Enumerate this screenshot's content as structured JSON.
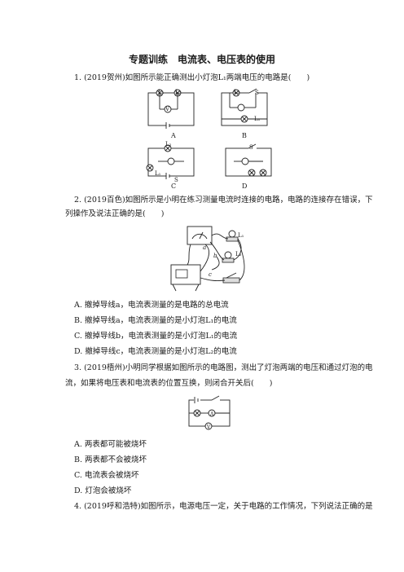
{
  "title": "专题训练　电流表、电压表的使用",
  "q1": {
    "stem": "1. (2019贺州)如图所示能正确测出小灯泡L₁两端电压的电路是(　　)",
    "options": [
      "A",
      "B",
      "C",
      "D"
    ],
    "labels": {
      "L1": "L₁",
      "L2": "L₂",
      "V": "V",
      "S": "S"
    }
  },
  "q2": {
    "stem_line1": "2. (2019百色)如图所示是小明在练习测量电流时连接的电路，电路的连接存在错误，下",
    "stem_line2": "列操作及说法正确的是(　　)",
    "figure_labels": {
      "a": "a",
      "b": "b",
      "c": "c",
      "L1": "L₁",
      "L2": "L₂"
    },
    "options": [
      "A. 撤掉导线a，电流表测量的是电路的总电流",
      "B. 撤掉导线a，电流表测量的是小灯泡L₁的电流",
      "C. 撤掉导线b，电流表测量的是小灯泡L₁的电流",
      "D. 撤掉导线c，电流表测量的是小灯泡L₂的电流"
    ]
  },
  "q3": {
    "stem_line1": "3. (2019梧州)小明同学根据如图所示的电路图，测出了灯泡两端的电压和通过灯泡的电",
    "stem_line2": "流，如果将电压表和电流表的位置互换，则闭合开关后(　　)",
    "figure_labels": {
      "A": "A",
      "V": "V"
    },
    "options": [
      "A. 两表都可能被烧坏",
      "B. 两表都不会被烧坏",
      "C. 电流表会被烧坏",
      "D. 灯泡会被烧坏"
    ]
  },
  "q4": {
    "stem_line1": "4. (2019呼和浩特)如图所示，电源电压一定，关于电路的工作情况，下列说法正确的是"
  }
}
